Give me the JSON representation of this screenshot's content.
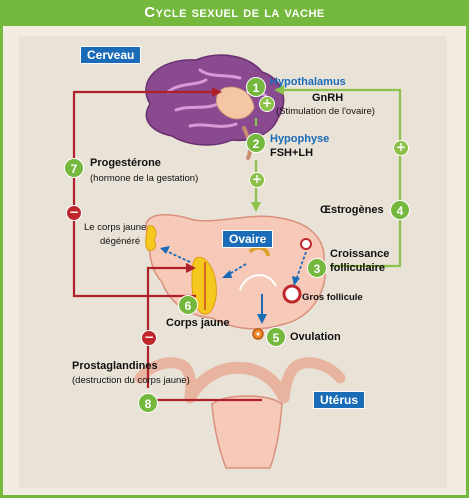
{
  "title": "Cycle sexuel de la vache",
  "organs": {
    "brain": "Cerveau",
    "ovary": "Ovaire",
    "uterus": "Utérus"
  },
  "labels": {
    "hypothalamus": "Hypothalamus",
    "gnrh": "GnRH",
    "gnrh_note": "(Stimulation de l'ovaire)",
    "hypophyse": "Hypophyse",
    "fsh_lh": "FSH+LH",
    "progesterone": "Progestérone",
    "progesterone_note": "(hormone de la gestation)",
    "corps_jaune_degenere_1": "Le corps jaune",
    "corps_jaune_degenere_2": "dégénéré",
    "oestrogenes": "Œstrogènes",
    "croissance_1": "Croissance",
    "croissance_2": "folliculaire",
    "gros_follicule": "Gros follicule",
    "corps_jaune": "Corps jaune",
    "ovulation": "Ovulation",
    "prostaglandines": "Prostaglandines",
    "prostaglandines_note": "(destruction du corps jaune)"
  },
  "steps": [
    "1",
    "2",
    "3",
    "4",
    "5",
    "6",
    "7",
    "8"
  ],
  "signs": {
    "plus": "+",
    "minus": "−"
  },
  "colors": {
    "accent_green": "#74b83e",
    "label_blue": "#1a6bb8",
    "arrow_red": "#b0202a",
    "arrow_green": "#8cc14a",
    "tissue_pink": "#f6c9b8",
    "brain_purple": "#8a4a90"
  }
}
